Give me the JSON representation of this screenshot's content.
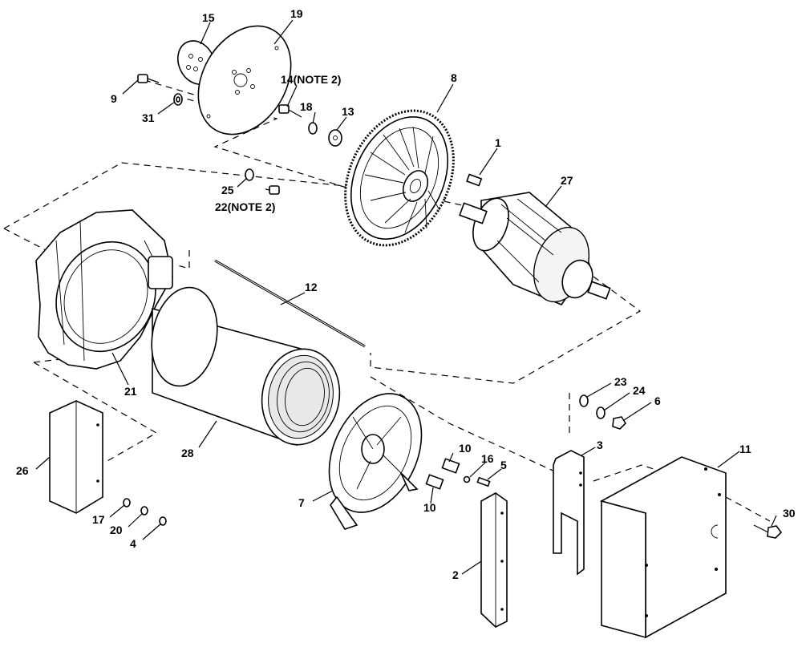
{
  "diagram": {
    "callouts": [
      {
        "id": "c15",
        "text": "15"
      },
      {
        "id": "c19",
        "text": "19"
      },
      {
        "id": "c9",
        "text": "9"
      },
      {
        "id": "c31",
        "text": "31"
      },
      {
        "id": "c14",
        "text": "14(NOTE 2)"
      },
      {
        "id": "c18",
        "text": "18"
      },
      {
        "id": "c13",
        "text": "13"
      },
      {
        "id": "c8",
        "text": "8"
      },
      {
        "id": "c1",
        "text": "1"
      },
      {
        "id": "c27",
        "text": "27"
      },
      {
        "id": "c25",
        "text": "25"
      },
      {
        "id": "c22",
        "text": "22(NOTE 2)"
      },
      {
        "id": "c12",
        "text": "12"
      },
      {
        "id": "c21",
        "text": "21"
      },
      {
        "id": "c28",
        "text": "28"
      },
      {
        "id": "c26",
        "text": "26"
      },
      {
        "id": "c17",
        "text": "17"
      },
      {
        "id": "c20",
        "text": "20"
      },
      {
        "id": "c4",
        "text": "4"
      },
      {
        "id": "c7",
        "text": "7"
      },
      {
        "id": "c10a",
        "text": "10"
      },
      {
        "id": "c10b",
        "text": "10"
      },
      {
        "id": "c16",
        "text": "16"
      },
      {
        "id": "c5",
        "text": "5"
      },
      {
        "id": "c23",
        "text": "23"
      },
      {
        "id": "c24",
        "text": "24"
      },
      {
        "id": "c6",
        "text": "6"
      },
      {
        "id": "c3",
        "text": "3"
      },
      {
        "id": "c11",
        "text": "11"
      },
      {
        "id": "c2",
        "text": "2"
      },
      {
        "id": "c30",
        "text": "30"
      }
    ]
  }
}
